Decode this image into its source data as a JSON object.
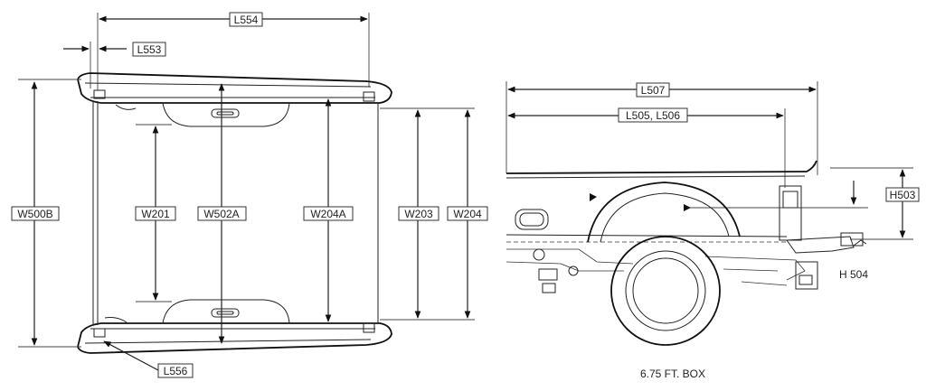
{
  "diagram": {
    "top_view": {
      "labels": {
        "L554": "L554",
        "L553": "L553",
        "W500B": "W500B",
        "W201": "W201",
        "W502A": "W502A",
        "W204A": "W204A",
        "W203": "W203",
        "W204": "W204",
        "L556": "L556"
      }
    },
    "side_view": {
      "labels": {
        "L507": "L507",
        "L505_L506": "L505, L506",
        "H503": "H503",
        "H504": "H 504"
      },
      "caption": "6.75 FT. BOX"
    }
  }
}
